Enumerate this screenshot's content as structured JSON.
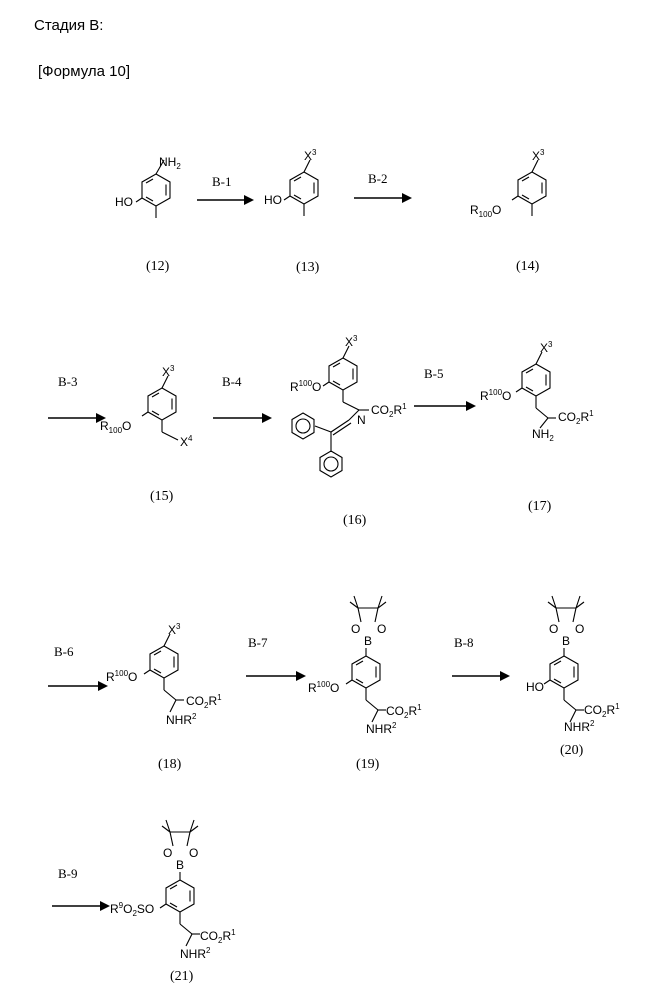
{
  "page": {
    "heading": "Стадия B:",
    "formula_label": "[Формула 10]"
  },
  "steps": [
    "B-1",
    "B-2",
    "B-3",
    "B-4",
    "B-5",
    "B-6",
    "B-7",
    "B-8",
    "B-9"
  ],
  "compounds": [
    "(12)",
    "(13)",
    "(14)",
    "(15)",
    "(16)",
    "(17)",
    "(18)",
    "(19)",
    "(20)",
    "(21)"
  ],
  "atoms": {
    "nh2": "NH2",
    "ho": "HO",
    "x3": "X3",
    "x4": "X4",
    "r100o": "R100O",
    "r100o_super": "R100O",
    "co2r1": "CO2R1",
    "n": "N",
    "nhr2": "NHR2",
    "b": "B",
    "o": "O",
    "r9o2so": "R9O2SO"
  }
}
